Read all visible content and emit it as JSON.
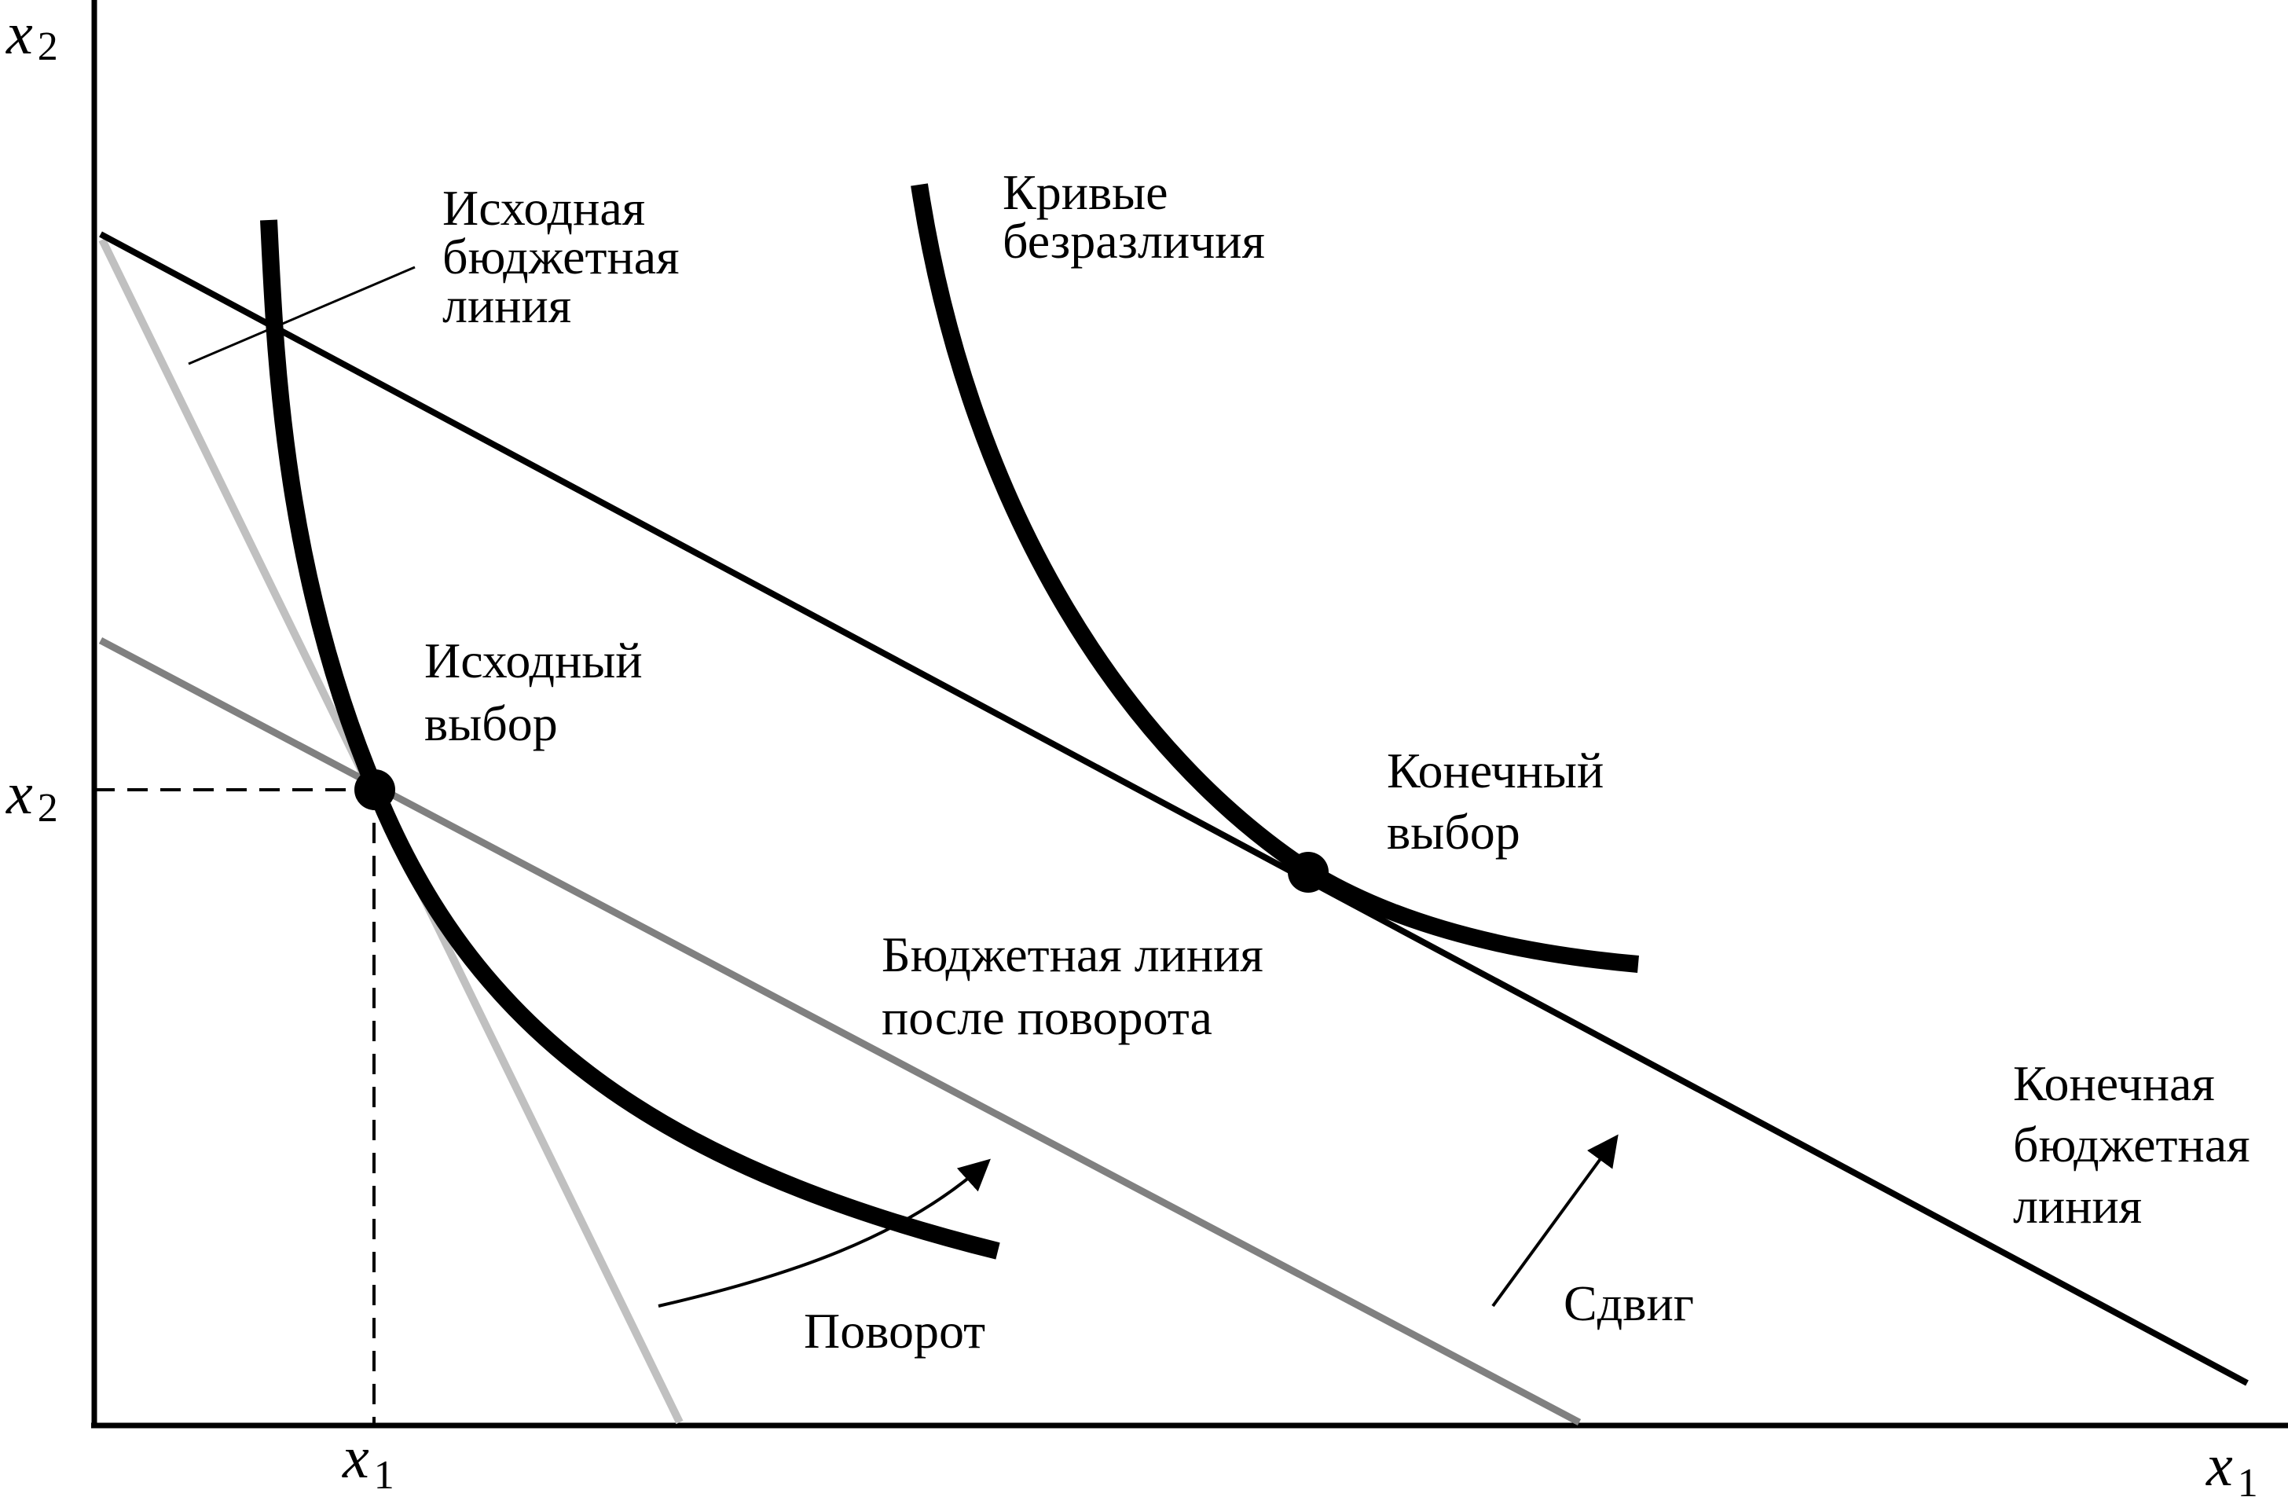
{
  "axes": {
    "y_label_var": "x",
    "y_label_sub": "2",
    "x_label_var": "x",
    "x_label_sub": "1",
    "y_tick_var": "x",
    "y_tick_sub": "2",
    "x_tick_var": "x",
    "x_tick_sub": "1"
  },
  "labels": {
    "initial_budget_line": [
      "Исходная",
      "бюджетная",
      "линия"
    ],
    "indifference_curves": [
      "Кривые",
      "безразличия"
    ],
    "initial_choice": [
      "Исходный",
      "выбор"
    ],
    "final_choice": [
      "Конечный",
      "выбор"
    ],
    "rotated_budget_line": [
      "Бюджетная линия",
      "после поворота"
    ],
    "final_budget_line": [
      "Конечная",
      "бюджетная",
      "линия"
    ],
    "rotation": "Поворот",
    "shift": "Сдвиг"
  },
  "colors": {
    "initial_budget_line": "#c0c0c0",
    "rotated_budget_line": "#808080",
    "final_budget_line": "#000000",
    "indifference_curves": "#000000"
  }
}
